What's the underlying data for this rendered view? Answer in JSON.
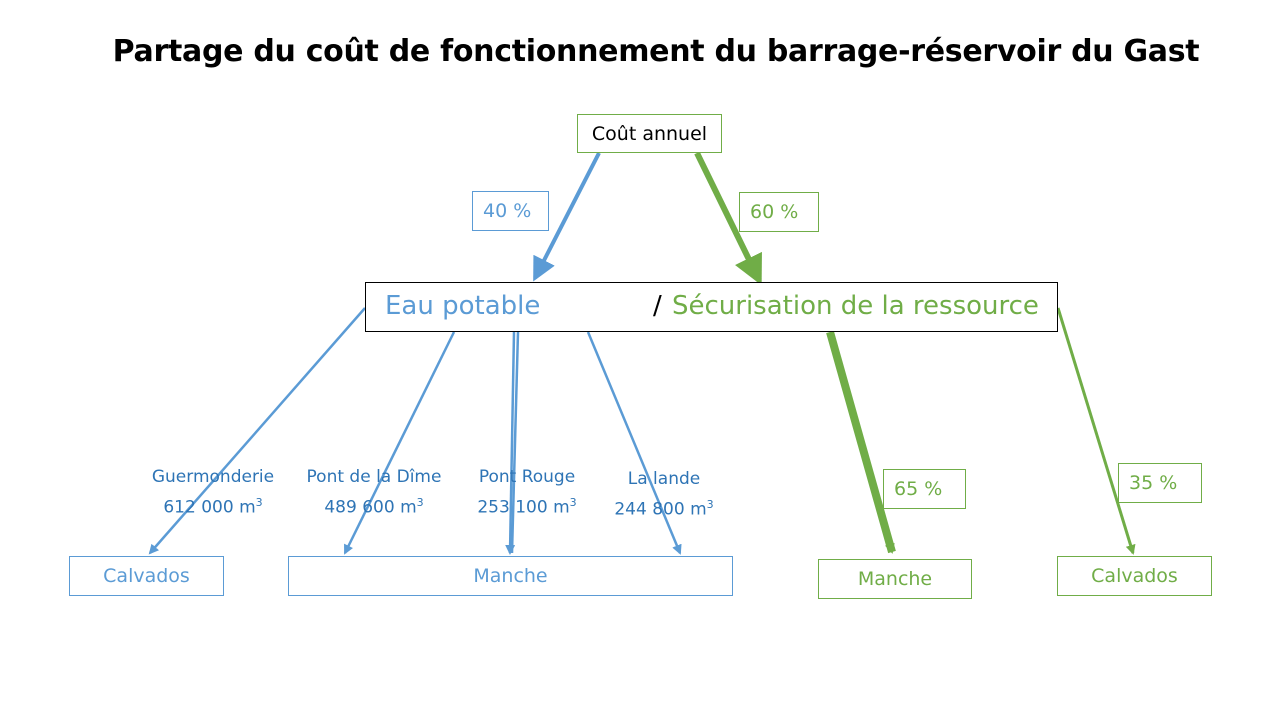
{
  "title": "Partage du coût de fonctionnement du barrage-réservoir du Gast",
  "root": {
    "label": "Coût annuel"
  },
  "split": {
    "left_pct": "40 %",
    "right_pct": "60 %",
    "left_label": "Eau potable",
    "separator": "/",
    "right_label": "Sécurisation de la ressource"
  },
  "sources": [
    {
      "name": "Guermonderie",
      "volume": "612 000 m",
      "unit_exp": "3"
    },
    {
      "name": "Pont de la Dîme",
      "volume": "489 600 m",
      "unit_exp": "3"
    },
    {
      "name": "Pont Rouge",
      "volume": "253 100 m",
      "unit_exp": "3"
    },
    {
      "name": "La lande",
      "volume": "244 800 m",
      "unit_exp": "3"
    }
  ],
  "securisation": {
    "manche_pct": "65 %",
    "calvados_pct": "35 %"
  },
  "leaves": {
    "blue_calvados": "Calvados",
    "blue_manche": "Manche",
    "green_manche": "Manche",
    "green_calvados": "Calvados"
  },
  "colors": {
    "blue": "#5b9bd5",
    "green": "#70ad47",
    "dark_blue": "#2e74b5"
  }
}
